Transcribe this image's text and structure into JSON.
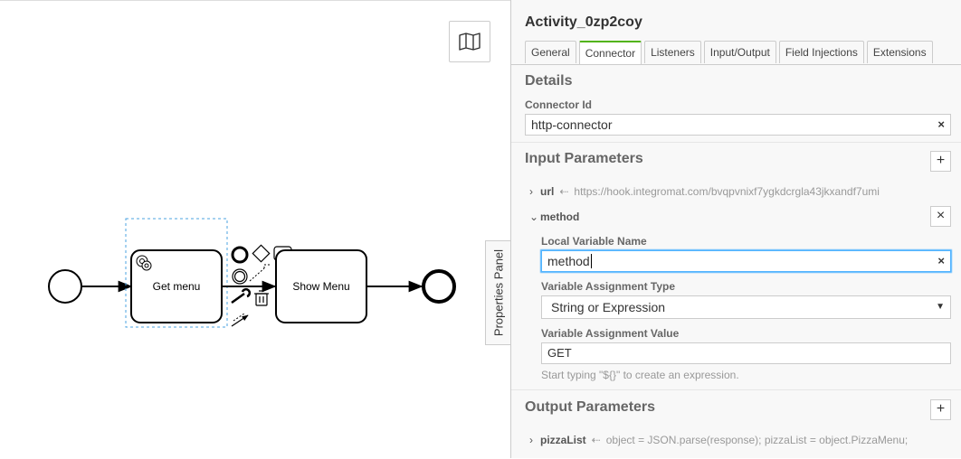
{
  "diagram": {
    "task_get_menu": "Get menu",
    "task_show_menu": "Show Menu",
    "minimap_icon": "map-icon"
  },
  "panel_tab": {
    "label": "Properties Panel"
  },
  "panel": {
    "title": "Activity_0zp2coy",
    "tabs": [
      "General",
      "Connector",
      "Listeners",
      "Input/Output",
      "Field Injections",
      "Extensions"
    ],
    "active_tab": "Connector",
    "details": {
      "heading": "Details",
      "connector_id_label": "Connector Id",
      "connector_id_value": "http-connector"
    },
    "input_parameters": {
      "heading": "Input Parameters",
      "add_label": "+",
      "items": [
        {
          "name": "url",
          "value": "https://hook.integromat.com/bvqpvnixf7ygkdcrgla43jkxandf7umi"
        },
        {
          "name": "method"
        }
      ],
      "method_detail": {
        "remove_label": "×",
        "local_var_label": "Local Variable Name",
        "local_var_value": "method",
        "assign_type_label": "Variable Assignment Type",
        "assign_type_value": "String or Expression",
        "assign_value_label": "Variable Assignment Value",
        "assign_value": "GET",
        "hint": "Start typing \"${}\" to create an expression."
      }
    },
    "output_parameters": {
      "heading": "Output Parameters",
      "add_label": "+",
      "items": [
        {
          "name": "pizzaList",
          "value": "object = JSON.parse(response); pizzaList = object.PizzaMenu;"
        }
      ]
    },
    "clear_label": "×"
  }
}
